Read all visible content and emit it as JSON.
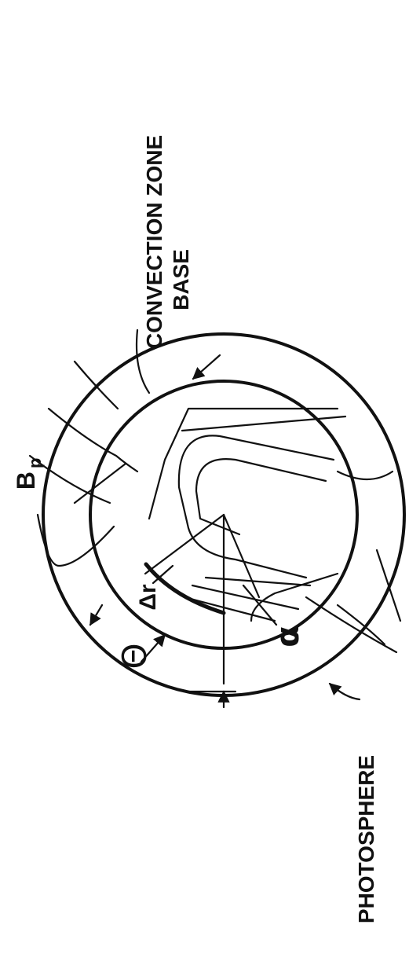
{
  "labels": {
    "convection_zone": "CONVECTION ZONE",
    "base": "BASE",
    "photosphere": "PHOTOSPHERE",
    "bp_main": "B",
    "bp_sub": "p",
    "theta": "Θ",
    "delta_r": "Δr",
    "alpha": "α"
  },
  "colors": {
    "ink": "#111111",
    "background": "#ffffff"
  }
}
